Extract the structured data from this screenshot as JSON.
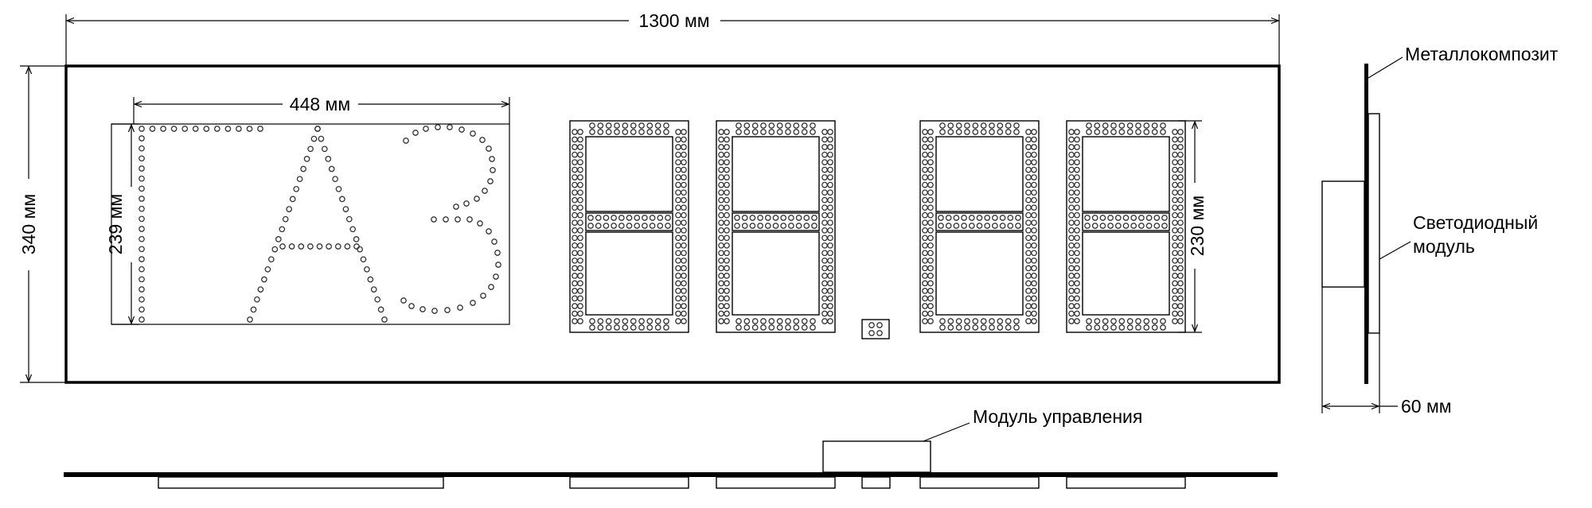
{
  "dimensions": {
    "overall_width": "1300 мм",
    "overall_height": "340 мм",
    "text_block_width": "448 мм",
    "text_block_height": "239 мм",
    "digit_height": "230 мм",
    "depth": "60 мм"
  },
  "callouts": {
    "metal_composite": "Металлокомпозит",
    "led_module_line1": "Светодиодный",
    "led_module_line2": "модуль",
    "control_module": "Модуль управления"
  },
  "colors": {
    "line": "#000000",
    "background": "#ffffff"
  }
}
